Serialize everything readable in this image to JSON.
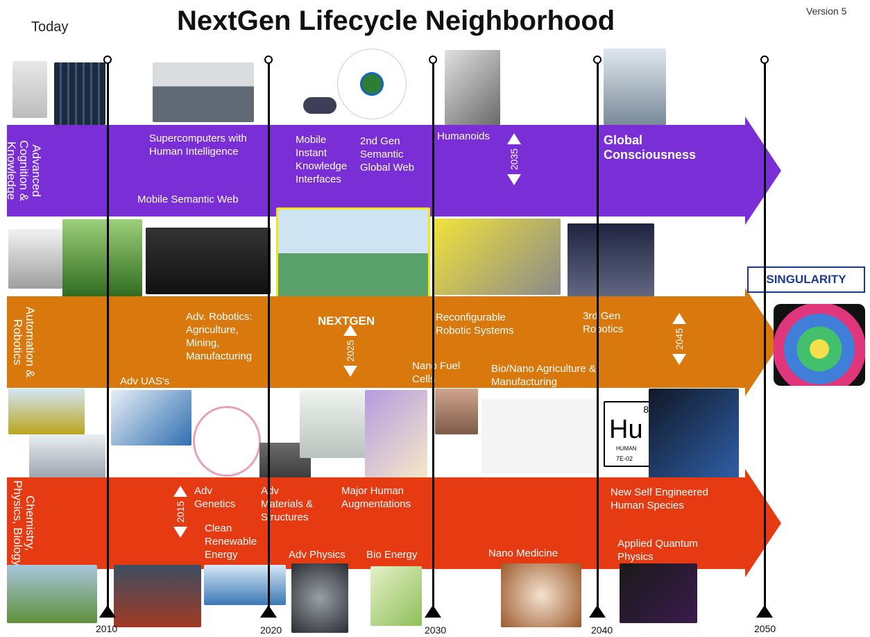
{
  "header": {
    "title": "NextGen Lifecycle Neighborhood",
    "today": "Today",
    "version": "Version 5"
  },
  "bands": {
    "cognition": {
      "label": "Advanced Cognition & Knowledge",
      "color": "#7a2fd6",
      "items": {
        "supercomputers": "Supercomputers with Human Intelligence",
        "mobile_semantic": "Mobile Semantic Web",
        "mobile_instant": "Mobile Instant Knowledge Interfaces",
        "semantic_2nd": "2nd Gen Semantic Global Web",
        "humanoids": "Humanoids",
        "global": "Global Consciousness"
      }
    },
    "robotics": {
      "label": "Automation & Robotics",
      "color": "#d9780d",
      "items": {
        "adv_robotics": "Adv. Robotics: Agriculture, Mining, Manufacturing",
        "uas": "Adv UAS's",
        "nextgen": "NEXTGEN",
        "reconfig": "Reconfigurable Robotic Systems",
        "nano_fuel": "Nano Fuel Cells",
        "bio_nano": "Bio/Nano Agriculture & Manufacturing",
        "gen3": "3rd Gen Robotics"
      }
    },
    "chemistry": {
      "label": "Chemistry, Physics, Biology",
      "color": "#e63a12",
      "items": {
        "genetics": "Adv Genetics",
        "materials": "Adv Materials & Structures",
        "augment": "Major Human Augmentations",
        "clean": "Clean Renewable Energy",
        "physics": "Adv Physics",
        "bio_energy": "Bio Energy",
        "nano_med": "Nano Medicine",
        "new_species": "New Self Engineered Human Species",
        "quantum": "Applied Quantum Physics"
      }
    }
  },
  "markers": {
    "m2015": "2015",
    "m2025": "2025",
    "m2035": "2035",
    "m2045": "2045"
  },
  "years": {
    "y2010": "2010",
    "y2020": "2020",
    "y2030": "2030",
    "y2040": "2040",
    "y2050": "2050"
  },
  "singularity": "SINGULARITY",
  "element": {
    "hu_symbol": "Hu",
    "hu_number": "8",
    "hu_name": "HUMAN",
    "hu_mass": "7E-02"
  }
}
